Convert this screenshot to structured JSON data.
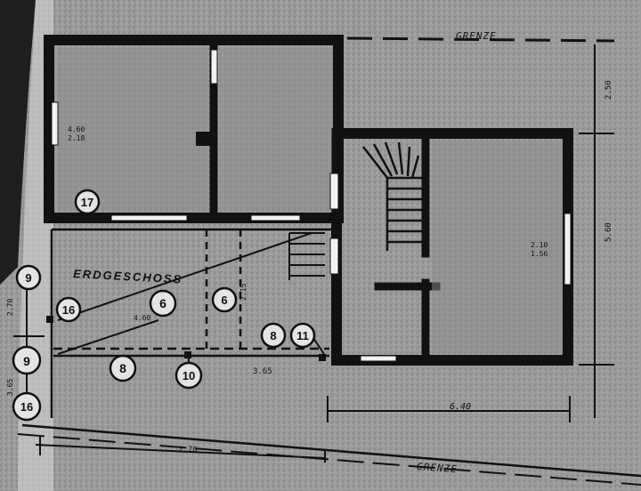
{
  "plan": {
    "boundary_top_label": "GRENZE",
    "boundary_bottom_label": "GRENZE",
    "floor_label": "ERDGESCHOSS",
    "dimensions": {
      "room1_window": "4.60\n2.18",
      "right_window": "2.10\n1.56",
      "corridor_small": "4.60",
      "corridor_vertical": "2.15",
      "bottom_segment": "3.65",
      "right_vertical_upper": "2.50",
      "right_vertical_lower": "5.60",
      "left_vertical": "2.70",
      "left_vertical_2": "3.65",
      "bottom_right": "6.40",
      "bottom_left": "2.70"
    },
    "markers": [
      "17",
      "9",
      "16",
      "6",
      "6",
      "8",
      "11",
      "9",
      "8",
      "10",
      "16"
    ]
  },
  "colors": {
    "paper": "#9a9a9a",
    "wall": "#111111",
    "ink": "#1a1a1a",
    "light": "#e8e8e8"
  }
}
